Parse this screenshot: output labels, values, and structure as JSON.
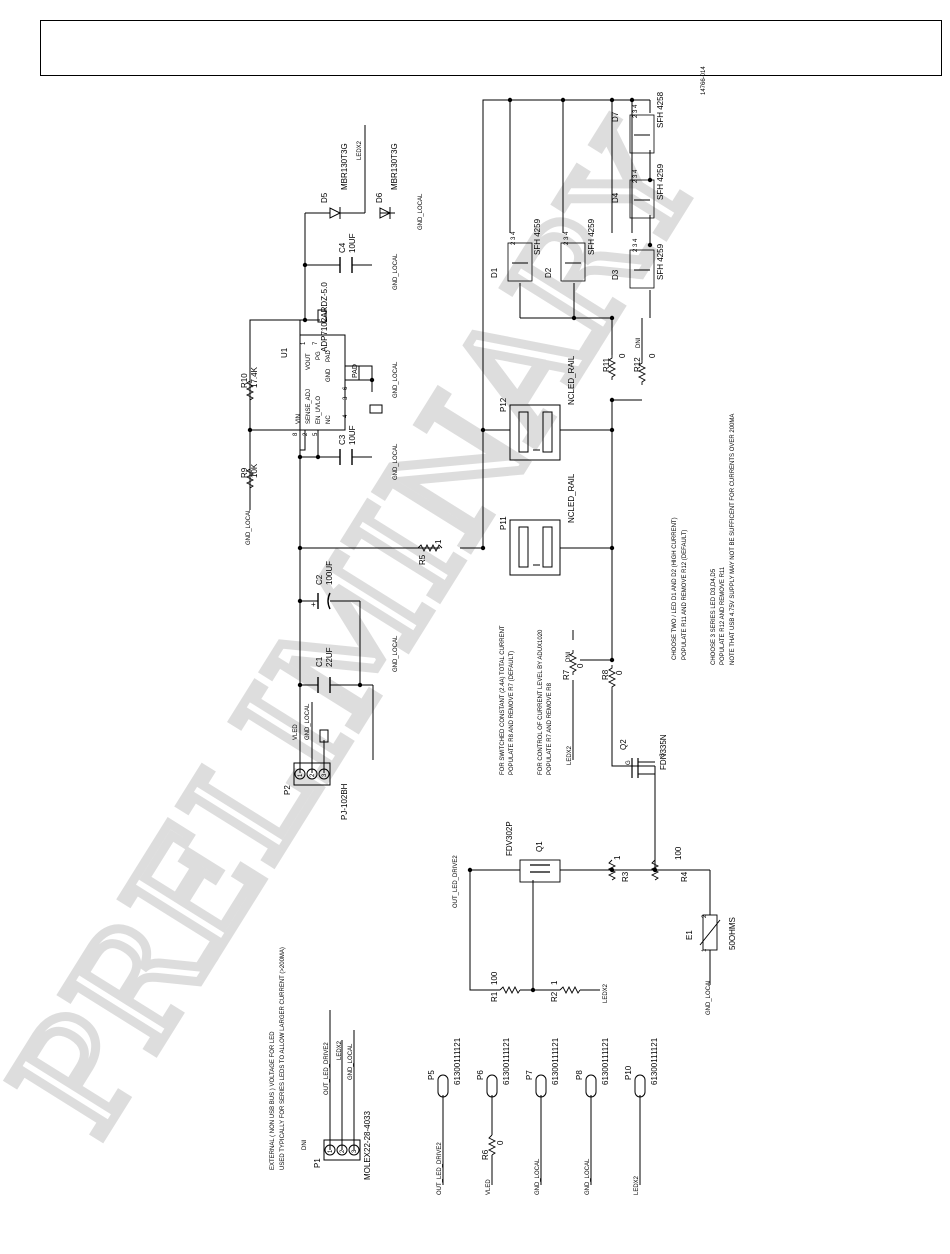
{
  "sheet": {
    "figure_number": "14766-014",
    "watermark": "PRELIMINARY"
  },
  "notes": {
    "external_voltage": "EXTERNAL ( NON USB BUS ) VOLTAGE  FOR LED",
    "series_leds": "USED TYPICALLY FOR SERIES LEDS TO ALLOW LARGER CURRENT (>200MA)",
    "switched_constant": "FOR SWITCHED CONSTANT (2.4A) TOTAL CURRENT",
    "populate_r8": "POPULATE R8 AND REMOVE R7   (DEFAULT)",
    "control_current": "FOR CONTROL OF CURRENT LEVEL BY ADUX1020",
    "populate_r7": "POPULATE R7 AND REMOVE R8",
    "choose_two": "CHOOSE TWO / LED D1 AND D2 (HIGH CURRENT)",
    "populate_r11": "POPULATE R11 AND REMOVE R12 (DEFAULT)",
    "choose_3_series": "CHOOSE 3 SERIES LED D3,D4,D5",
    "populate_r12": "POPULATE R12 AND REMOVE R11",
    "usb_note": "NOTE THAT USB 4.75V SUPPLY MAY NOT BE SUFFICENT FOR CURRENTS OVER 200MA"
  },
  "nets": {
    "vled": "VLED",
    "gnd_local": "GND_LOCAL",
    "ledx2": "LEDX2",
    "out_led_drive2": "OUT_LED_DRIVE2",
    "ncled_rail": "NCLED_RAIL",
    "dni": "DNI"
  },
  "components": {
    "p1": {
      "ref": "P1",
      "part": "MOLEX22-28-4033",
      "pins": [
        "1",
        "2",
        "3"
      ]
    },
    "p2": {
      "ref": "P2",
      "part": "PJ-102BH",
      "pins": [
        "1",
        "2",
        "3"
      ]
    },
    "u1": {
      "ref": "U1",
      "part": "ADP7102ARDZ-5.0",
      "pins": {
        "vin": "VIN",
        "sense_adj": "SENSE_ADJ",
        "en_uvlo": "EN_UVLO",
        "nc": "NC",
        "gnd": "GND",
        "vout": "VOUT",
        "pg": "PG",
        "pad": "PAD",
        "n8": "8",
        "n2": "2",
        "n5": "5",
        "n4": "4",
        "n7": "7",
        "n1": "1",
        "n3": "3",
        "n6": "6"
      }
    },
    "c1": {
      "ref": "C1",
      "value": "22UF"
    },
    "c2": {
      "ref": "C2",
      "value": "100UF"
    },
    "c3": {
      "ref": "C3",
      "value": "10UF"
    },
    "c4": {
      "ref": "C4",
      "value": "10UF"
    },
    "r1": {
      "ref": "R1",
      "value": "100"
    },
    "r2": {
      "ref": "R2",
      "value": "1"
    },
    "r3": {
      "ref": "R3",
      "value": "1"
    },
    "r4": {
      "ref": "R4",
      "value": "100"
    },
    "r5": {
      "ref": "R5",
      "value": "1"
    },
    "r6": {
      "ref": "R6",
      "value": "0"
    },
    "r7": {
      "ref": "R7",
      "value": "0"
    },
    "r8": {
      "ref": "R8",
      "value": "0"
    },
    "r9": {
      "ref": "R9",
      "value": "10K"
    },
    "r10": {
      "ref": "R10",
      "value": "17.4K"
    },
    "r11": {
      "ref": "R11",
      "value": "0"
    },
    "r12": {
      "ref": "R12",
      "value": "0"
    },
    "d1": {
      "ref": "D1",
      "part": "SFH 4259"
    },
    "d2": {
      "ref": "D2",
      "part": "SFH 4259"
    },
    "d3": {
      "ref": "D3",
      "part": "SFH 4259"
    },
    "d4": {
      "ref": "D4",
      "part": "SFH 4259"
    },
    "d7": {
      "ref": "D7",
      "part": "SFH 4258"
    },
    "d5": {
      "ref": "D5",
      "part": "MBR130T3G"
    },
    "d6": {
      "ref": "D6",
      "part": "MBR130T3G"
    },
    "q1": {
      "ref": "Q1",
      "part": "FDV302P"
    },
    "q2": {
      "ref": "Q2",
      "part": "FDN335N",
      "pins": {
        "g": "G",
        "s": "S"
      }
    },
    "e1": {
      "ref": "E1",
      "value": "50OHMS",
      "pins": [
        "1",
        "2"
      ]
    },
    "p11": {
      "ref": "P11"
    },
    "p12": {
      "ref": "P12"
    },
    "p5": {
      "ref": "P5",
      "part": "61300111121"
    },
    "p6": {
      "ref": "P6",
      "part": "61300111121"
    },
    "p7": {
      "ref": "P7",
      "part": "61300111121"
    },
    "p8": {
      "ref": "P8",
      "part": "61300111121"
    },
    "p10": {
      "ref": "P10",
      "part": "61300111121"
    }
  }
}
